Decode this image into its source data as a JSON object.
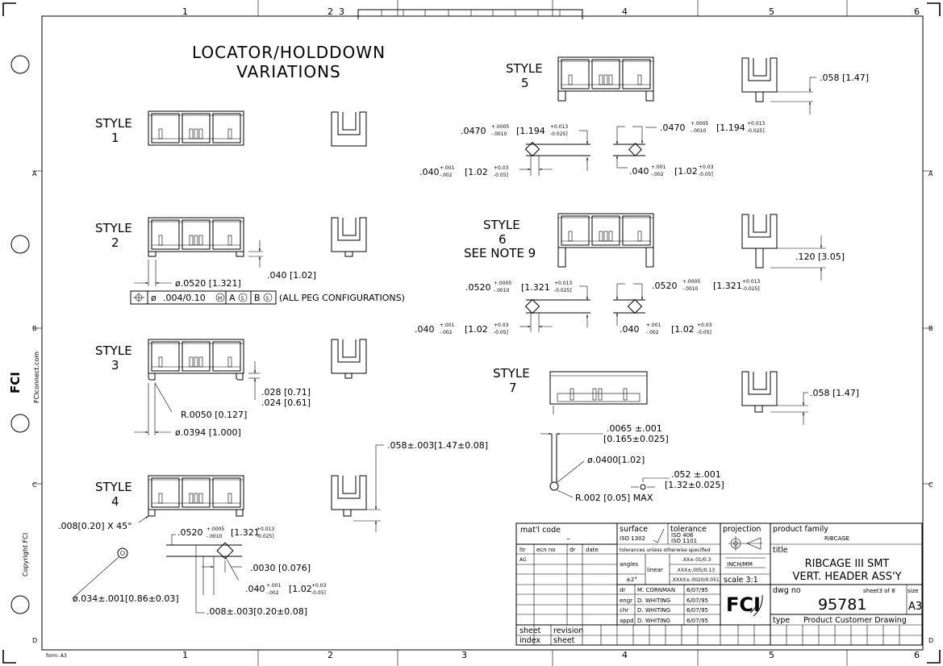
{
  "border": {
    "columns": [
      "1",
      "2",
      "3",
      "4",
      "5",
      "6"
    ],
    "rows": [
      "A",
      "B",
      "C",
      "D"
    ],
    "form": "form: A3",
    "side_copyright": "Copyright FCI",
    "side_url": "FCIconnect.com"
  },
  "drawing": {
    "heading_line1": "LOCATOR/HOLDDOWN",
    "heading_line2": "VARIATIONS",
    "style_word": "STYLE",
    "styles": {
      "s1": "1",
      "s2": "2",
      "s3": "3",
      "s4": "4",
      "s5": "5",
      "s6": "6",
      "s7": "7",
      "s6_note": "SEE NOTE 9"
    },
    "dims": {
      "s2_dia": "ø.0520 [1.321]",
      "s2_height": ".040 [1.02]",
      "s2_fcf_tol": ".004/0.10",
      "s2_fcf_datums": [
        "A",
        "B"
      ],
      "s2_fcf_note": "(ALL PEG CONFIGURATIONS)",
      "s3_h1": ".028 [0.71]",
      "s3_h2": ".024 [0.61]",
      "s3_radius": "R.0050 [0.127]",
      "s3_dia": "ø.0394 [1.000]",
      "s4_height": ".058±.003[1.47±0.08]",
      "s4_chamfer": ".008[0.20] X 45°",
      "s4_a": ".0520",
      "s4_a_tol_top": "+.0005",
      "s4_a_tol_bot": "-.0010",
      "s4_a_mm": "[1.321",
      "s4_a_mm_top": "+0.013",
      "s4_a_mm_bot": "-0.025]",
      "s4_b": ".0030 [0.076]",
      "s4_c": ".040",
      "s4_c_tol_top": "+.001",
      "s4_c_tol_bot": "-.002",
      "s4_c_mm": "[1.02",
      "s4_c_mm_top": "+0.03",
      "s4_c_mm_bot": "-0.05]",
      "s4_d": ".008±.003[0.20±0.08]",
      "s4_e": "ø.034±.001[0.86±0.03]",
      "s5_height": ".058 [1.47]",
      "s5_a": ".0470",
      "s5_a_tol_top": "+.0005",
      "s5_a_tol_bot": "-.0010",
      "s5_a_mm": "[1.194",
      "s5_a_mm_top": "+0.013",
      "s5_a_mm_bot": "-0.025]",
      "s5_b": ".040",
      "s5_b_tol_top": "+.001",
      "s5_b_tol_bot": "-.002",
      "s5_b_mm": "[1.02",
      "s5_b_mm_top": "+0.03",
      "s5_b_mm_bot": "-0.05]",
      "s6_height": ".120 [3.05]",
      "s6_a": ".0520",
      "s6_a_tol_top": "+.0005",
      "s6_a_tol_bot": "-.0010",
      "s6_a_mm": "[1.321",
      "s6_a_mm_top": "+0.013",
      "s6_a_mm_bot": "-0.025]",
      "s6_b": ".040",
      "s6_b_tol_top": "+.001",
      "s6_b_tol_bot": "-.002",
      "s6_b_mm": "[1.02",
      "s6_b_mm_top": "+0.03",
      "s6_b_mm_bot": "-0.05]",
      "s7_height": ".058 [1.47]",
      "s7_a": ".0065 ±.001",
      "s7_a_mm": "[0.165±0.025]",
      "s7_dia": "ø.0400[1.02]",
      "s7_b": ".052 ±.001",
      "s7_b_mm": "[1.32±0.025]",
      "s7_r": "R.002 [0.05] MAX"
    }
  },
  "title_block": {
    "matl_code_label": "mat'l code",
    "matl_code_value": "–",
    "surface_label": "surface",
    "surface_value": "ISO 1302",
    "tolerance_label": "tolerance",
    "tolerance_values": [
      "ISO 406",
      "ISO 1101"
    ],
    "tol_note": "tolerances unless otherwise specified",
    "projection_label": "projection",
    "product_family_label": "product family",
    "product_family_value": "RIBCAGE",
    "rev_headers": [
      "ltr",
      "ecn no",
      "dr",
      "date"
    ],
    "rev_row": "AG",
    "angles_label": "angles",
    "angles_value": "±2°",
    "linear_label": "linear",
    "lin_xx": ".XX±.01/0.3",
    "lin_xxx": ".XXX±.005/0.13",
    "lin_xxxx": ".XXXX±.0020/0.051",
    "units": "INCH/MM",
    "scale": "scale 3:1",
    "title_label": "title",
    "title_line1": "RIBCAGE III SMT",
    "title_line2": "VERT. HEADER ASS'Y",
    "signoffs": [
      {
        "role": "dr",
        "name": "M. CORNMAN",
        "date": "6/07/95"
      },
      {
        "role": "engr",
        "name": "D. WHITING",
        "date": "6/07/95"
      },
      {
        "role": "chr",
        "name": "D. WHITING",
        "date": "6/07/95"
      },
      {
        "role": "appd",
        "name": "D. WHITING",
        "date": "6/07/95"
      }
    ],
    "dwg_no_label": "dwg no",
    "dwg_no": "95781",
    "sheet_text": "sheet3 of 8",
    "size_label": "size",
    "size_value": "A3",
    "type_label": "type",
    "type_value": "Product Customer Drawing",
    "sheet_label": "sheet",
    "index_label": "index",
    "revision_label": "revision",
    "sheet_label2": "sheet",
    "logo": "FCI"
  }
}
